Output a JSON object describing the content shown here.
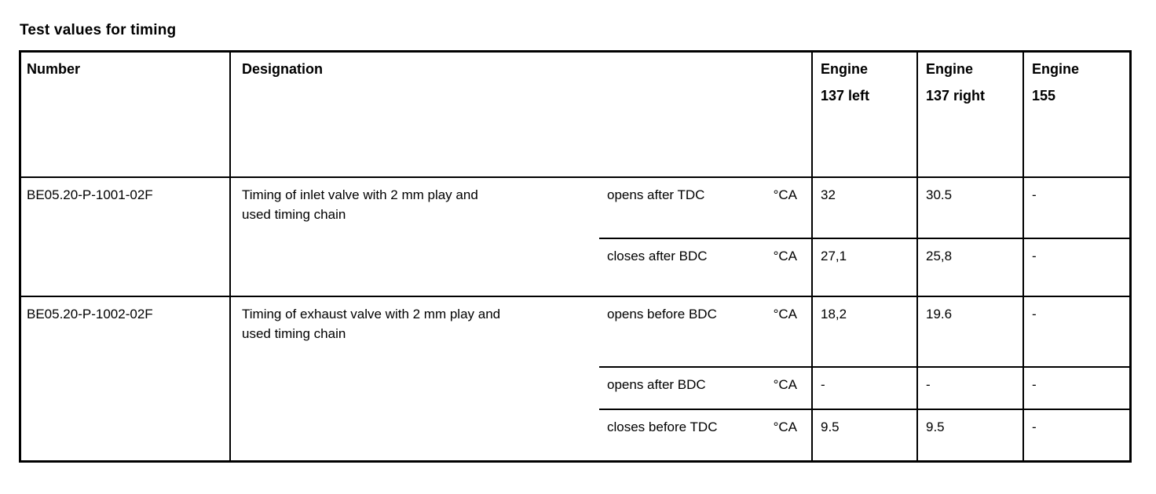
{
  "title": "Test values for timing",
  "table": {
    "headers": {
      "number": "Number",
      "designation": "Designation",
      "engines": [
        {
          "line1": "Engine",
          "line2": "137 left"
        },
        {
          "line1": "Engine",
          "line2": "137 right"
        },
        {
          "line1": "Engine",
          "line2": "155"
        }
      ]
    },
    "rows": [
      {
        "number": "BE05.20-P-1001-02F",
        "designation": "Timing of inlet valve with 2 mm play and used timing chain",
        "designation_lines": [
          "Timing of inlet valve with 2 mm play and",
          "used timing chain"
        ],
        "specs": [
          {
            "condition": "opens after TDC",
            "unit": "°CA",
            "values": [
              "32",
              "30.5",
              "-"
            ]
          },
          {
            "condition": "closes after BDC",
            "unit": "°CA",
            "values": [
              "27,1",
              "25,8",
              "-"
            ]
          }
        ]
      },
      {
        "number": "BE05.20-P-1002-02F",
        "designation": "Timing of exhaust valve with 2 mm play and used timing chain",
        "designation_lines": [
          "Timing of exhaust valve with 2 mm play and",
          "used timing chain"
        ],
        "specs": [
          {
            "condition": "opens before BDC",
            "unit": "°CA",
            "values": [
              "18,2",
              "19.6",
              "-"
            ]
          },
          {
            "condition": "opens after BDC",
            "unit": "°CA",
            "values": [
              "-",
              "-",
              "-"
            ]
          },
          {
            "condition": "closes before TDC",
            "unit": "°CA",
            "values": [
              "9.5",
              "9.5",
              "-"
            ]
          }
        ]
      }
    ]
  },
  "colors": {
    "text": "#000000",
    "background": "#ffffff",
    "border": "#000000"
  }
}
